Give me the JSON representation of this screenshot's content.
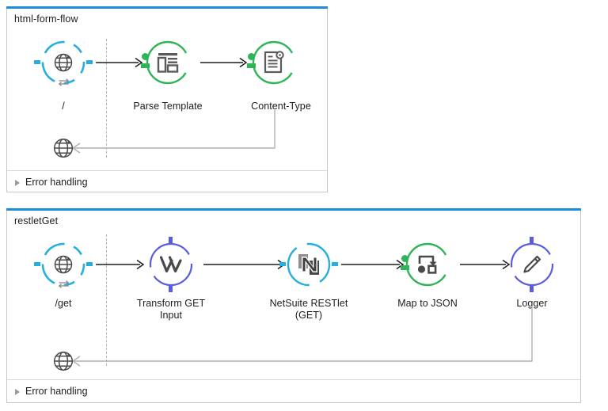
{
  "app": {
    "canvas_background": "#ffffff",
    "flow_border_color": "#c8c8c8",
    "flow_header_color": "#1e8cdc",
    "http_color": "#26aee0",
    "green_color": "#2fb457",
    "purple_color": "#5a5ce0",
    "connector_line_color": "#1d1d1d",
    "return_line_color": "#b0b0b0"
  },
  "flows": [
    {
      "title": "html-form-flow",
      "error_handling_label": "Error handling",
      "source": {
        "label": "/",
        "icon": "http-listener-globe-icon",
        "type": "http-listener"
      },
      "processors": [
        {
          "label": "Parse Template",
          "icon": "parse-template-icon",
          "type": "green-processor"
        },
        {
          "label": "Content-Type",
          "icon": "set-property-document-gear-icon",
          "type": "green-processor"
        }
      ],
      "response": {
        "icon": "globe-icon"
      }
    },
    {
      "title": "restletGet",
      "error_handling_label": "Error handling",
      "source": {
        "label": "/get",
        "icon": "http-listener-globe-icon",
        "type": "http-listener"
      },
      "processors": [
        {
          "label": "Transform GET\nInput",
          "icon": "transform-message-icon",
          "type": "purple-processor"
        },
        {
          "label": "NetSuite RESTlet\n(GET)",
          "icon": "netsuite-n-icon",
          "type": "connector"
        },
        {
          "label": "Map to JSON",
          "icon": "map-transform-icon",
          "type": "green-processor"
        },
        {
          "label": "Logger",
          "icon": "logger-pencil-icon",
          "type": "purple-processor"
        }
      ],
      "response": {
        "icon": "globe-icon"
      }
    }
  ]
}
